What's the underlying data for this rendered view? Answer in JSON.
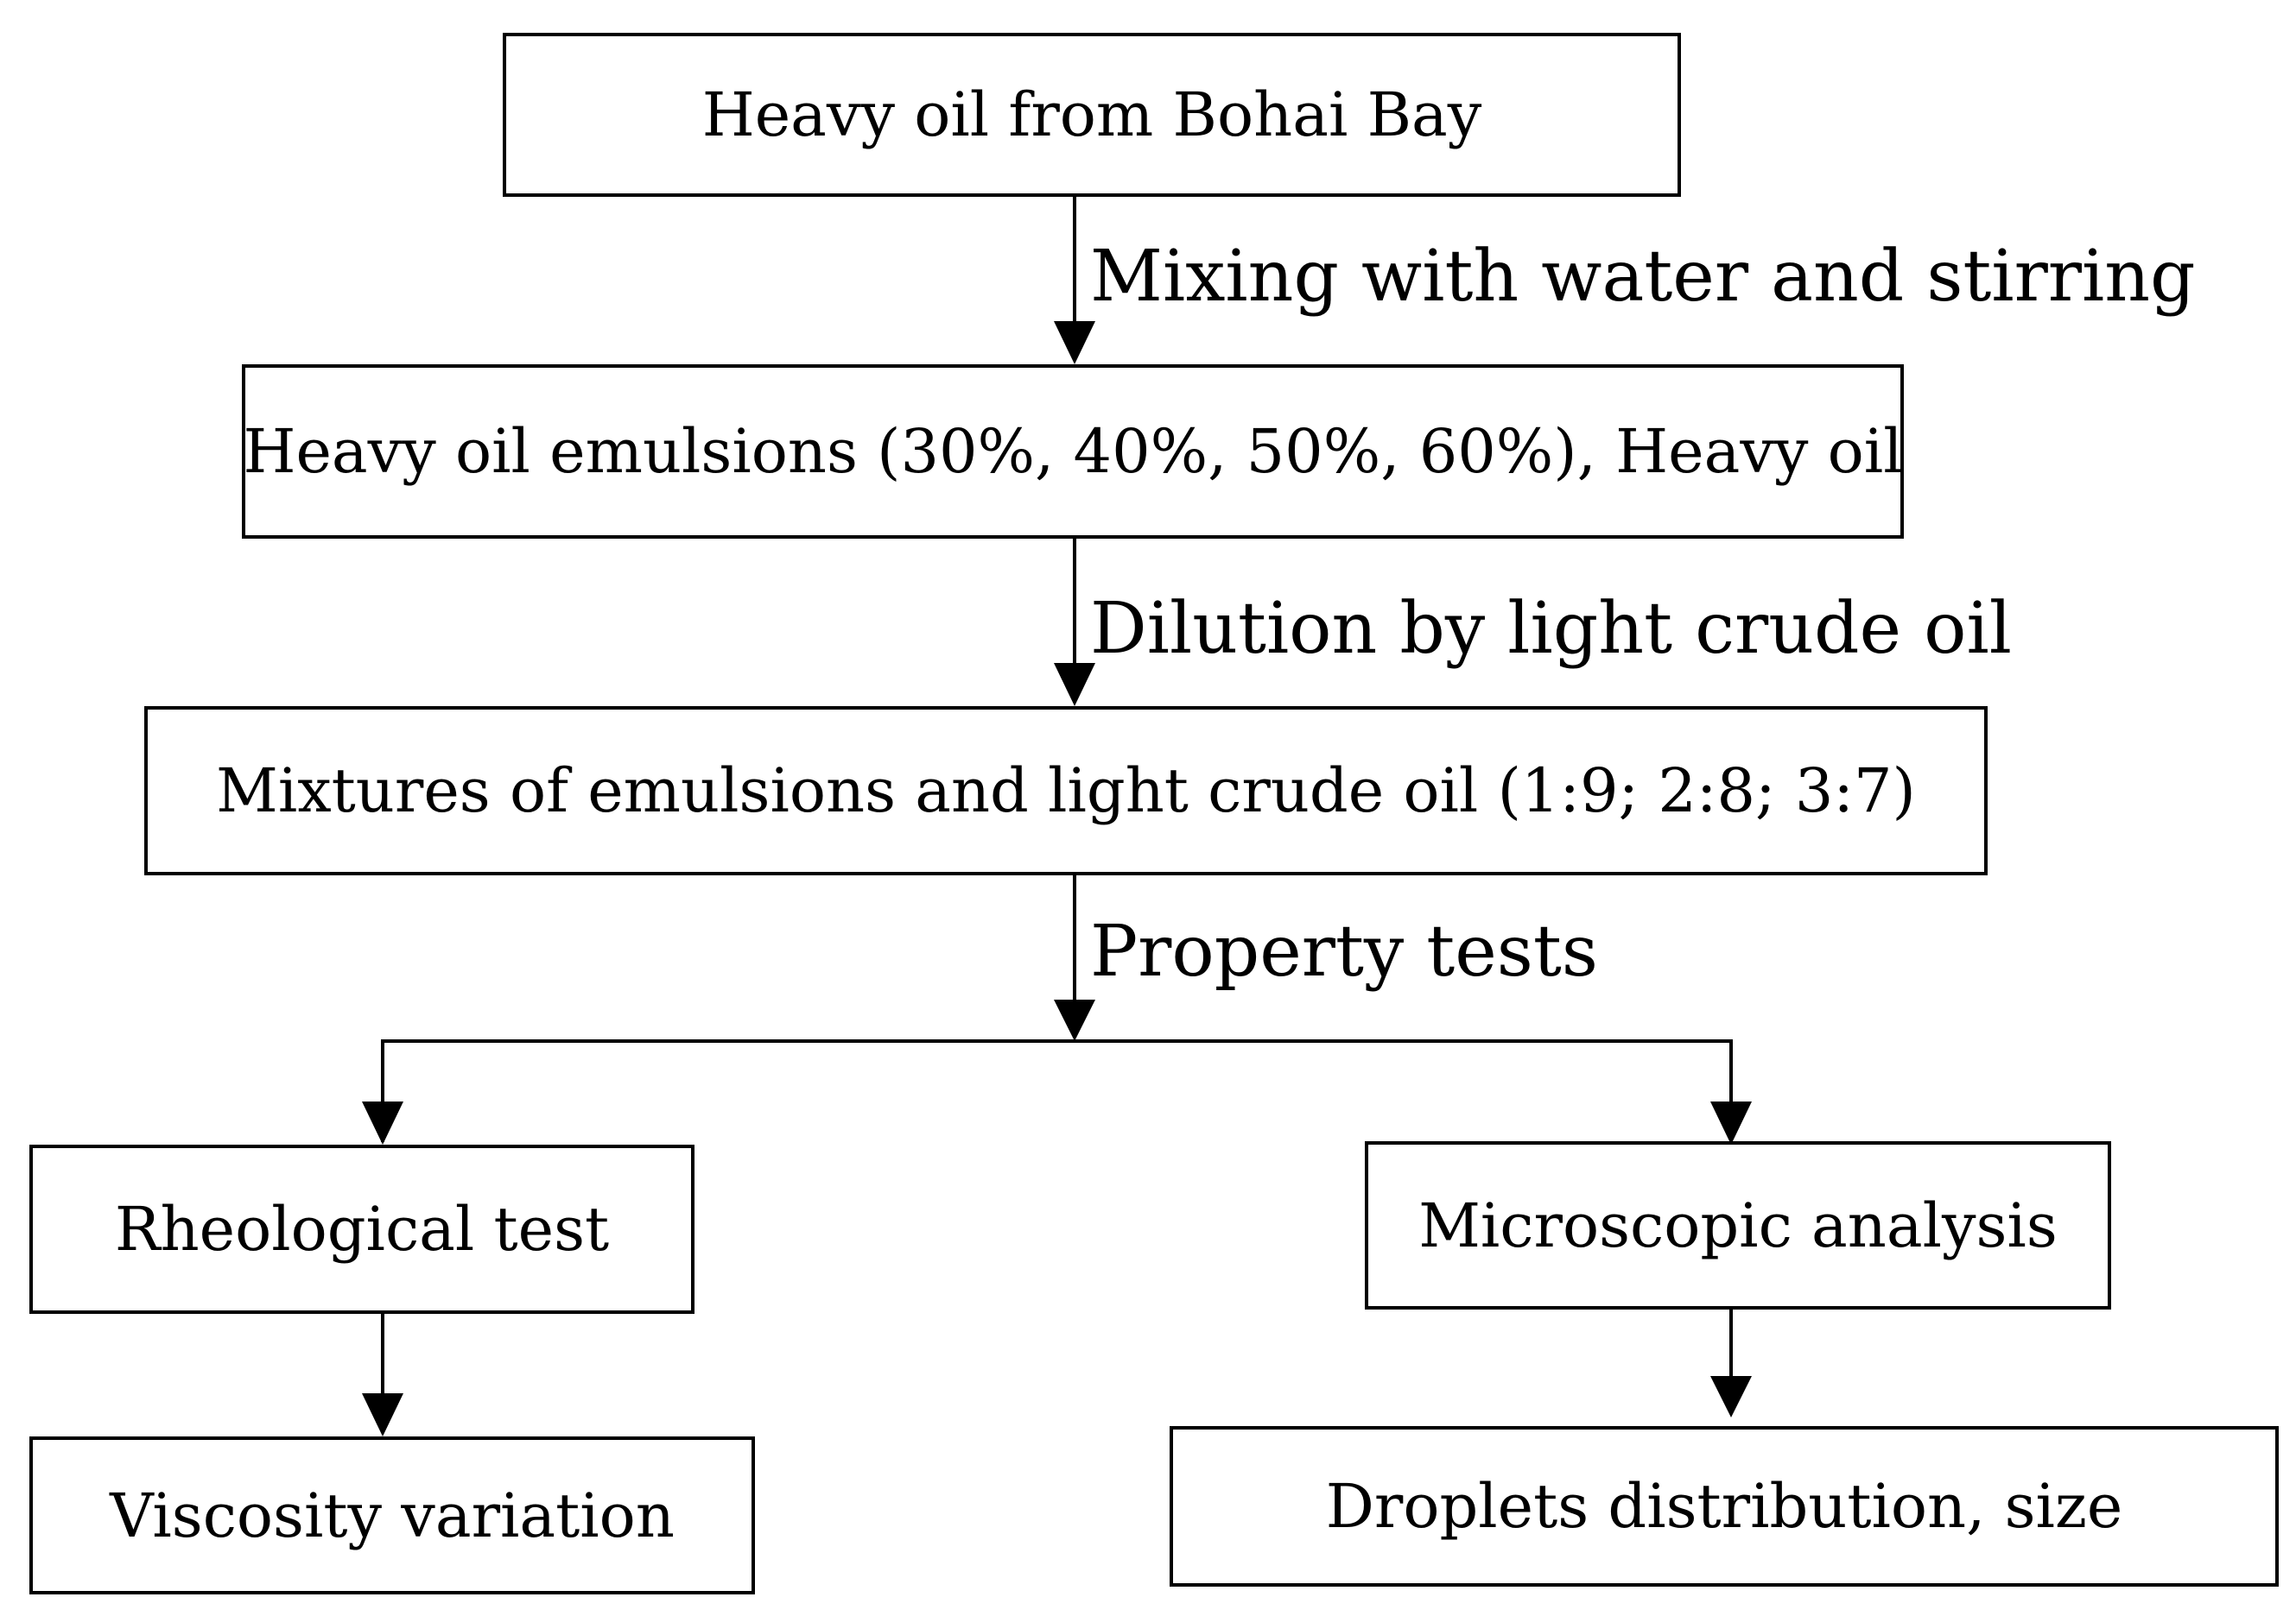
{
  "nodes": {
    "source": "Heavy oil from Bohai Bay",
    "emulsions": "Heavy oil emulsions (30%, 40%, 50%, 60%), Heavy oil",
    "mixtures": "Mixtures of emulsions and light crude oil (1:9; 2:8; 3:7)",
    "rheological": "Rheological test",
    "microscopic": "Microscopic analysis",
    "viscosity": "Viscosity variation",
    "droplets": "Droplets distribution, size"
  },
  "edges": {
    "mixing": "Mixing with water and stirring",
    "dilution": "Dilution by light crude oil",
    "property": "Property tests"
  },
  "colors": {
    "stroke": "#000000",
    "background": "#ffffff"
  }
}
